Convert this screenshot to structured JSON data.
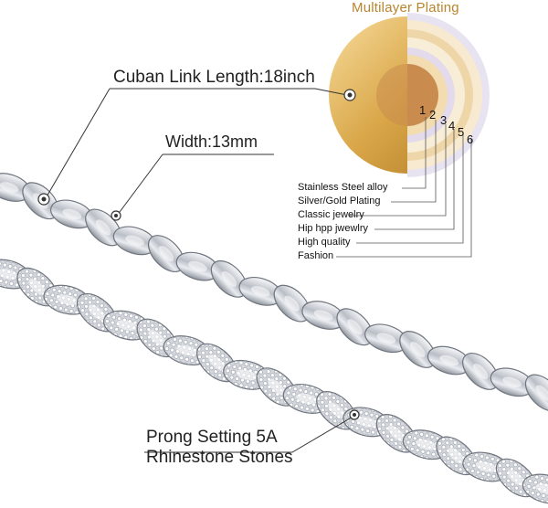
{
  "plating": {
    "title": "Multilayer Plating",
    "layer_numbers": [
      "1",
      "2",
      "3",
      "4",
      "5",
      "6"
    ],
    "layer_labels": [
      "Stainless Steel alloy",
      "Silver/Gold Plating",
      "Classic jewelry",
      "Hip hpp jwewlry",
      "High quality",
      "Fashion"
    ],
    "colors": {
      "gold": "#d9a648",
      "ring_light": "#f6e7c6",
      "ring_mid": "#efd3a0",
      "ring_lilac": "#e6e0ef",
      "core": "#c98c4e"
    }
  },
  "callouts": {
    "length": "Cuban Link Length:18inch",
    "width": "Width:13mm",
    "prong_line1": "Prong Setting 5A",
    "prong_line2": "Rhinestone Stones"
  },
  "product": {
    "chain_color": "#c9cdd3",
    "description": "two silver cuban link chains"
  }
}
